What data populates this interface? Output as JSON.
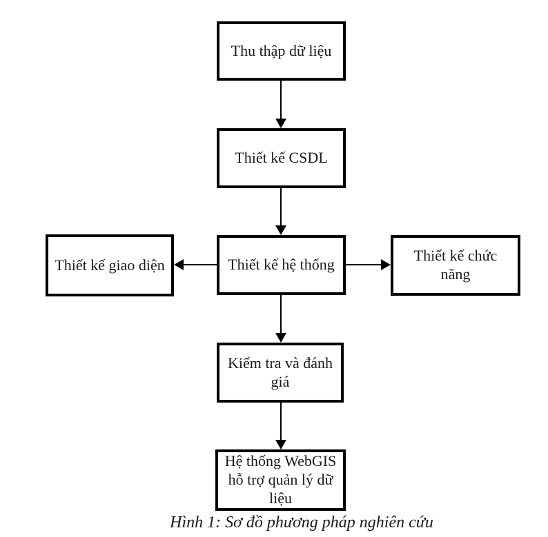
{
  "figure": {
    "caption": "Hình 1: Sơ đồ phương pháp nghiên cứu",
    "nodes": {
      "collect": {
        "label": "Thu thập dữ liệu"
      },
      "design_db": {
        "label": "Thiết kế CSDL"
      },
      "design_ui": {
        "label": "Thiết kế giao diện"
      },
      "design_system": {
        "label": "Thiết kế hệ thống"
      },
      "design_function": {
        "label": "Thiết kế chức năng"
      },
      "test_evaluate": {
        "label": "Kiểm tra và đánh giá"
      },
      "webgis": {
        "label": "Hệ thống WebGIS hỗ trợ quản lý dữ liệu"
      }
    },
    "edges": [
      {
        "from": "collect",
        "to": "design_db"
      },
      {
        "from": "design_db",
        "to": "design_system"
      },
      {
        "from": "design_system",
        "to": "design_ui"
      },
      {
        "from": "design_system",
        "to": "design_function"
      },
      {
        "from": "design_system",
        "to": "test_evaluate"
      },
      {
        "from": "test_evaluate",
        "to": "webgis"
      }
    ],
    "colors": {
      "border": "#000000",
      "arrow": "#000000",
      "background": "#ffffff",
      "text": "#1a1a1a"
    }
  }
}
